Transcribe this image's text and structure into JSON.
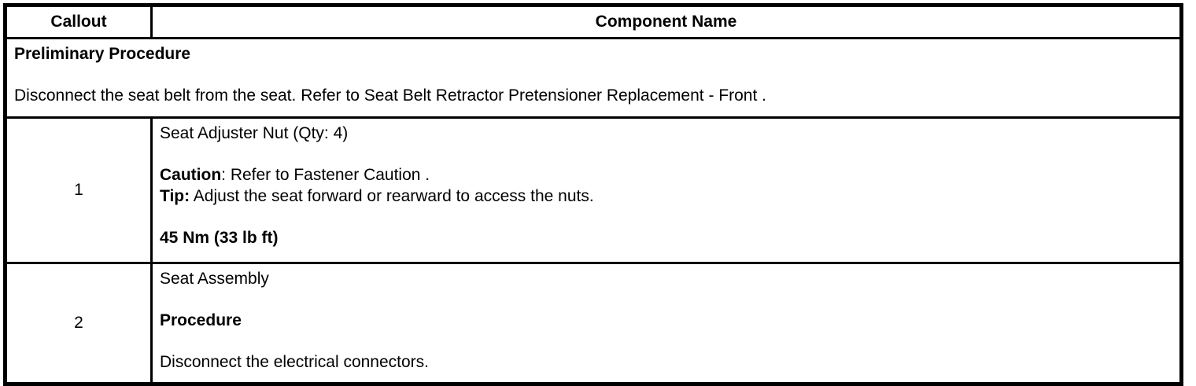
{
  "table": {
    "header": {
      "callout": "Callout",
      "component_name": "Component Name"
    },
    "preliminary": {
      "title": "Preliminary Procedure",
      "text": "Disconnect the seat belt from the seat. Refer to Seat Belt Retractor Pretensioner Replacement - Front ."
    },
    "rows": [
      {
        "callout": "1",
        "name": "Seat Adjuster Nut (Qty: 4)",
        "caution_label": "Caution",
        "caution_text": ": Refer to Fastener Caution .",
        "tip_label": "Tip:",
        "tip_text": " Adjust the seat forward or rearward to access the nuts.",
        "torque": "45 Nm (33 lb ft)"
      },
      {
        "callout": "2",
        "name": "Seat Assembly",
        "procedure_label": "Procedure",
        "procedure_text": "Disconnect the electrical connectors."
      }
    ]
  }
}
